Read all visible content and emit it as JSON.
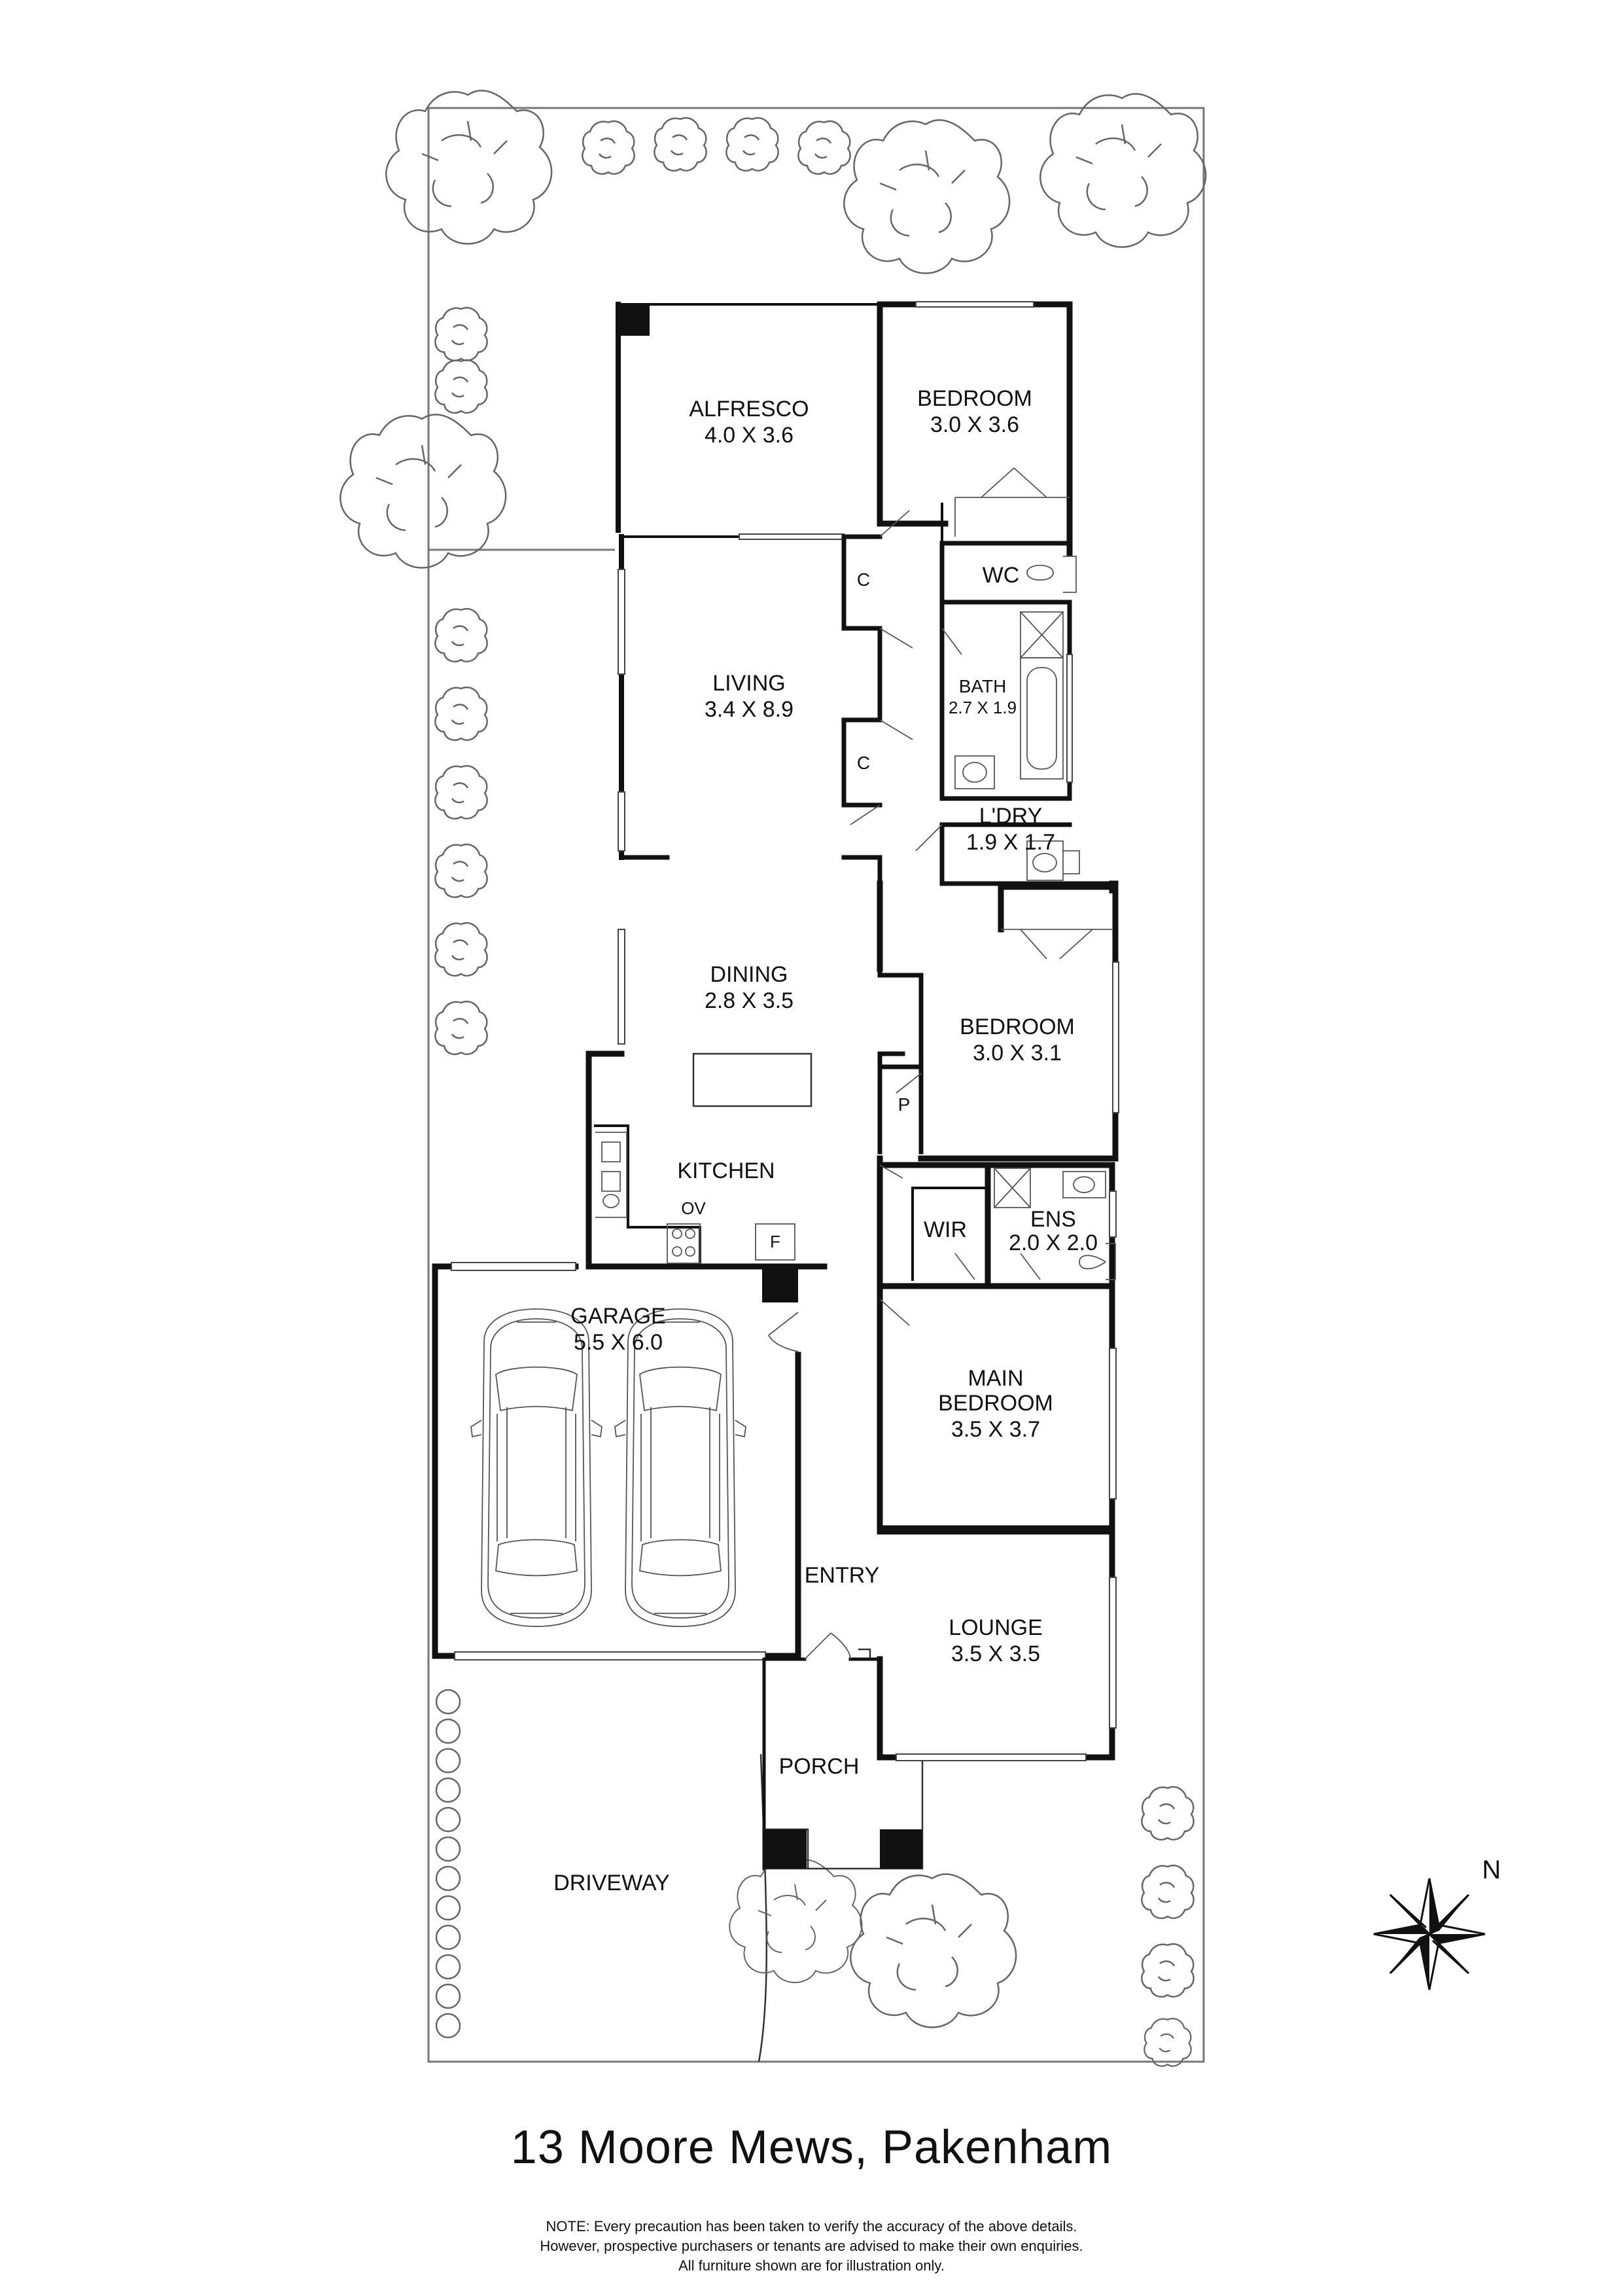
{
  "address": "13 Moore Mews, Pakenham",
  "note_lines": [
    "NOTE: Every precaution has been taken to verify the accuracy of the above details.",
    "However, prospective purchasers or tenants are advised to make their own enquiries.",
    "All furniture shown are for illustration only."
  ],
  "compass_label": "N",
  "rooms": {
    "alfresco": {
      "name": "ALFRESCO",
      "size": "4.0 X 3.6"
    },
    "bedroom_rear": {
      "name": "BEDROOM",
      "size": "3.0 X 3.6"
    },
    "wc": {
      "name": "WC"
    },
    "living": {
      "name": "LIVING",
      "size": "3.4 X 8.9"
    },
    "bath": {
      "name": "BATH",
      "size": "2.7 X 1.9"
    },
    "laundry": {
      "name": "L'DRY",
      "size": "1.9 X 1.7"
    },
    "dining": {
      "name": "DINING",
      "size": "2.8 X 3.5"
    },
    "bedroom_mid": {
      "name": "BEDROOM",
      "size": "3.0 X 3.1"
    },
    "kitchen": {
      "name": "KITCHEN"
    },
    "oven": {
      "name": "OV"
    },
    "fridge": {
      "name": "F"
    },
    "pantry": {
      "name": "P"
    },
    "cupboard_1": {
      "name": "C"
    },
    "cupboard_2": {
      "name": "C"
    },
    "wir": {
      "name": "WIR"
    },
    "ensuite": {
      "name": "ENS",
      "size": "2.0 X 2.0"
    },
    "garage": {
      "name": "GARAGE",
      "size": "5.5 X 6.0"
    },
    "main_bedroom": {
      "name_line1": "MAIN",
      "name_line2": "BEDROOM",
      "size": "3.5 X 3.7"
    },
    "entry": {
      "name": "ENTRY"
    },
    "lounge": {
      "name": "LOUNGE",
      "size": "3.5 X 3.5"
    },
    "porch": {
      "name": "PORCH"
    },
    "driveway": {
      "name": "DRIVEWAY"
    }
  },
  "colors": {
    "wall": "#111111",
    "linework": "#444444",
    "background": "#ffffff"
  }
}
